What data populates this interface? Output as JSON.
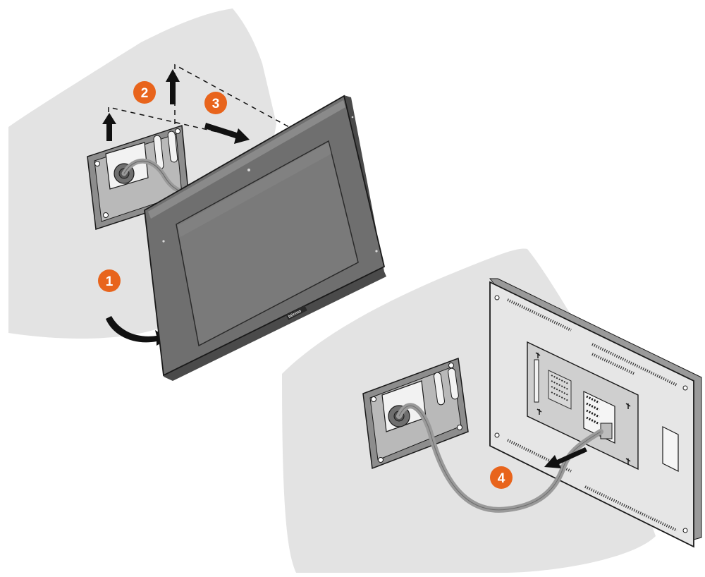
{
  "steps": [
    {
      "number": "1",
      "description_hidden": ""
    },
    {
      "number": "2",
      "description_hidden": ""
    },
    {
      "number": "3",
      "description_hidden": ""
    },
    {
      "number": "4",
      "description_hidden": ""
    }
  ],
  "brand_label": "bticino",
  "colors": {
    "wall": "#e3e3e3",
    "badge": "#e8641c",
    "device_frame": "#6f6f6f",
    "screen": "#7a7a7a",
    "device_back": "#e6e6e6",
    "outline": "#1a1a1a",
    "arrow": "#111111",
    "cable": "#9a9a9a"
  },
  "icons": {
    "step_badge": "numbered-circle",
    "up_arrow": "arrow-up-icon",
    "curved_arrow": "curved-arrow-icon"
  }
}
